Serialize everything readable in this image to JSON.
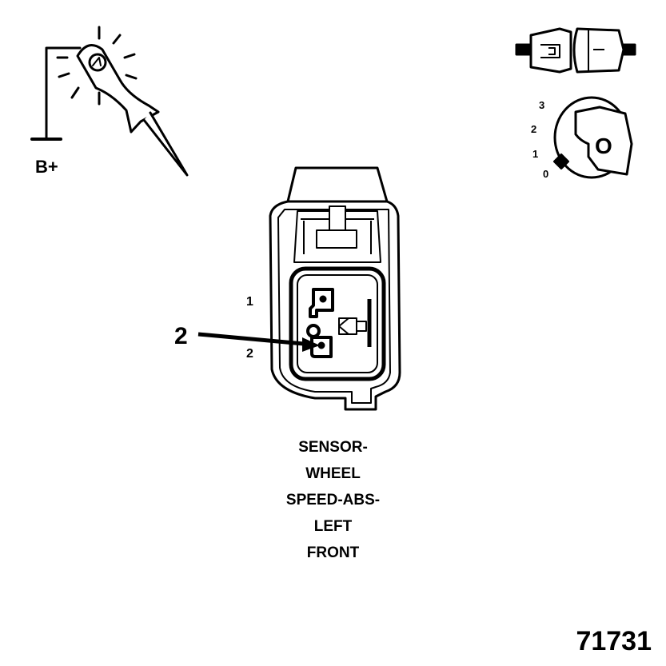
{
  "probe": {
    "supply_label": "B+"
  },
  "ignition": {
    "positions": [
      "3",
      "2",
      "1",
      "0"
    ],
    "key_label": "O"
  },
  "connector": {
    "pin_labels": [
      "1",
      "2"
    ],
    "callout_label": "2"
  },
  "caption": {
    "lines": [
      "SENSOR-",
      "WHEEL",
      "SPEED-ABS-",
      "LEFT",
      "FRONT"
    ]
  },
  "figure_number": "71731"
}
